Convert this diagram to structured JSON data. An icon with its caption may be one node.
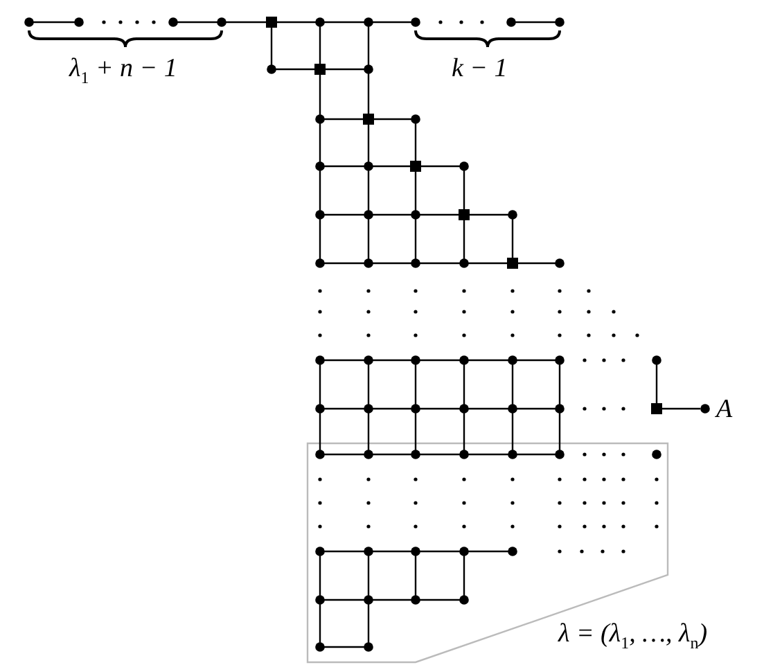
{
  "diagram": {
    "nodes": [
      {
        "text": [],
        "shape": "box"
      },
      {
        "text": [],
        "shape": "circle",
        "beside": [
          "A"
        ]
      }
    ],
    "edges": [
      {
        "from": 0,
        "to": 1,
        "arrow": "none"
      }
    ],
    "labels": [
      "λ$_{1}$ + n − 1",
      "k − 1",
      "λ = (λ$_{1}$, …, λ$_{n}$)"
    ]
  }
}
